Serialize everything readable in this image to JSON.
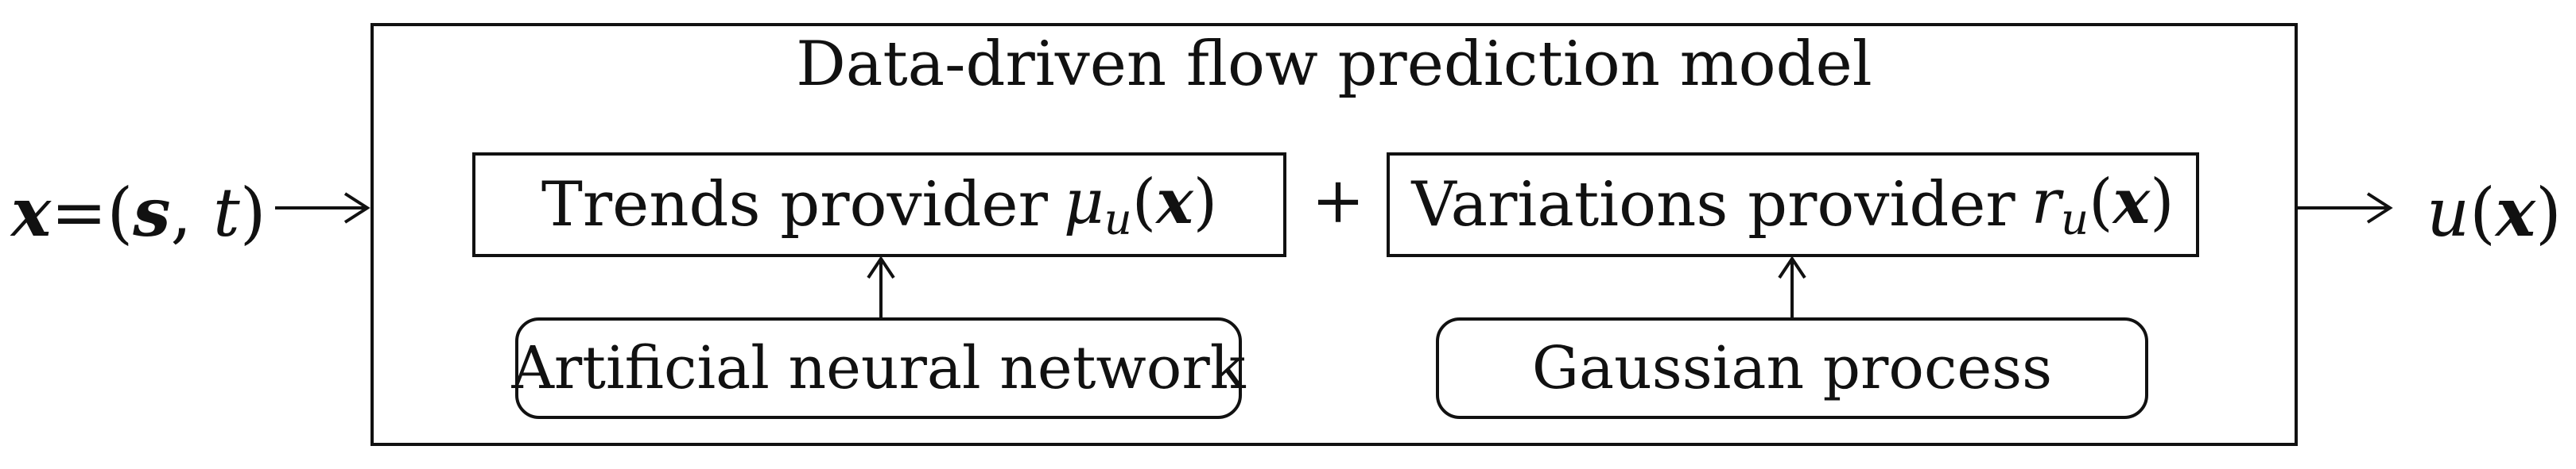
{
  "title": "Data-driven flow prediction model",
  "input": {
    "vector": "x",
    "equals": "=(",
    "space_var": "s",
    "comma": ",",
    "time_var": "t",
    "close": ")"
  },
  "output": {
    "func": "u",
    "open": "(",
    "arg": "x",
    "close": ")"
  },
  "operator": "+",
  "trends": {
    "label": "Trends provider",
    "symbol": "μ",
    "subscript": "u",
    "open": "(",
    "arg": "x",
    "close": ")"
  },
  "variations": {
    "label": "Variations provider",
    "symbol": "r",
    "subscript": "u",
    "open": "(",
    "arg": "x",
    "close": ")"
  },
  "methods": {
    "ann": "Artificial neural network",
    "gp": "Gaussian process"
  }
}
